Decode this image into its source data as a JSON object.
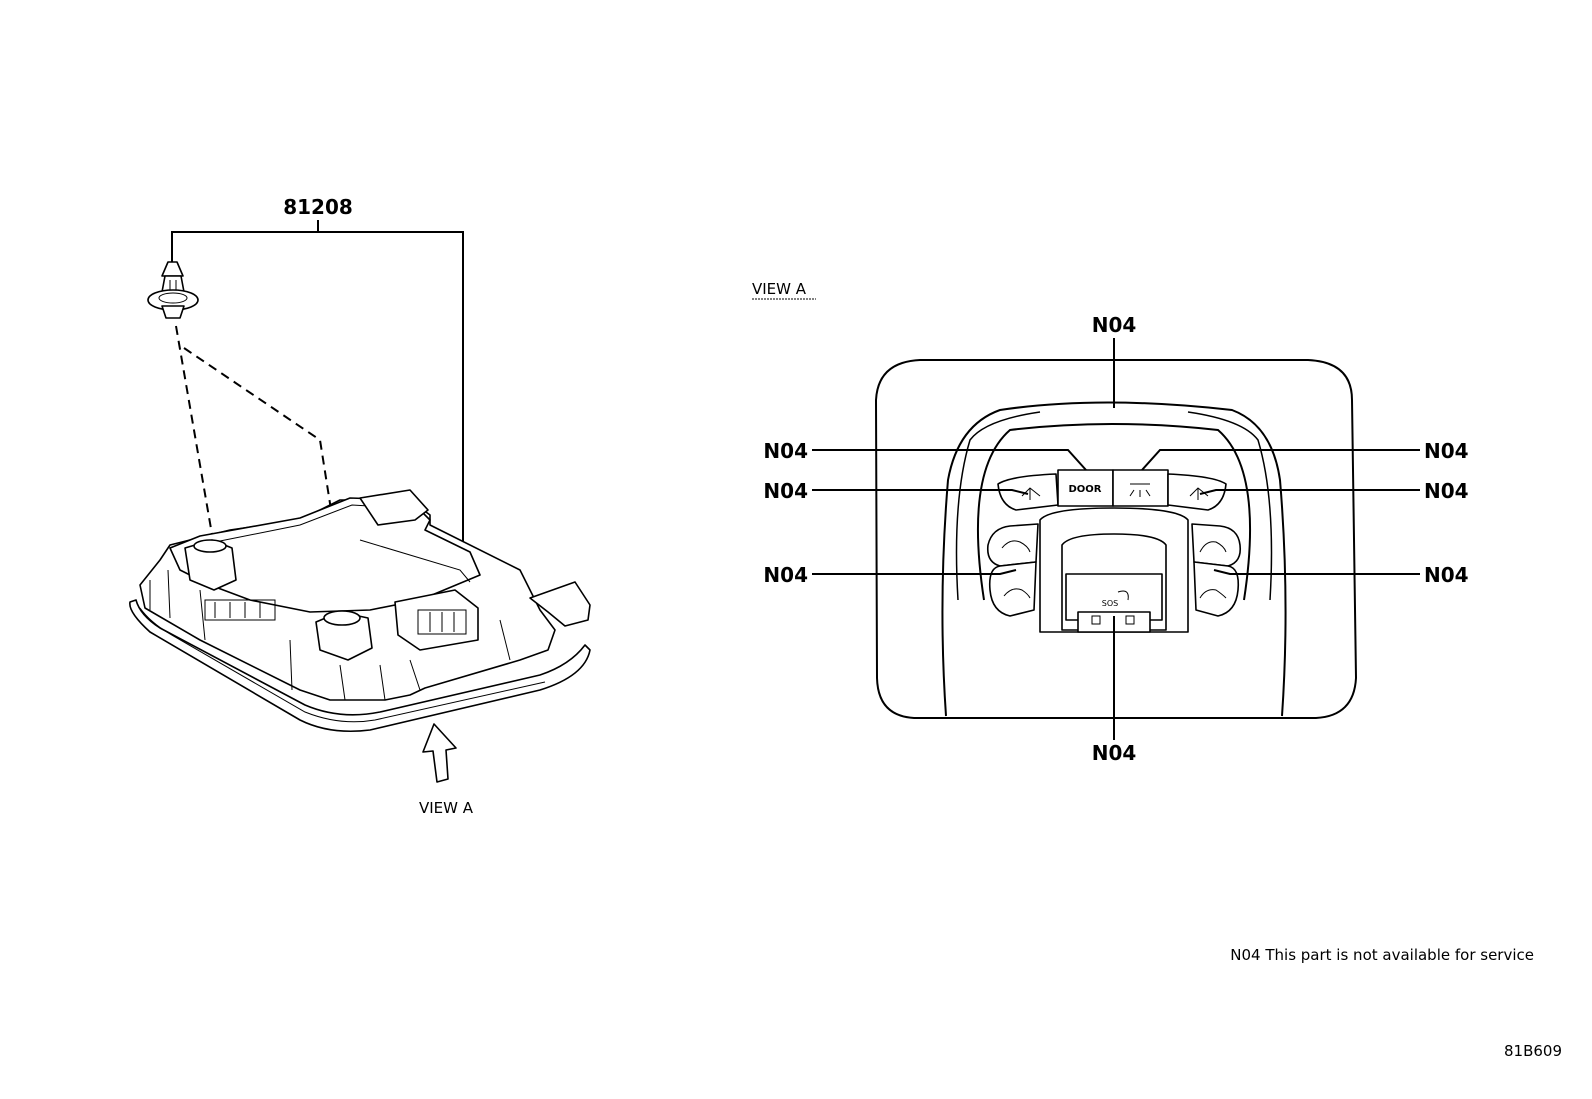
{
  "part_numbers": {
    "main_part": "81208",
    "diagram_code": "81B609"
  },
  "view_labels": {
    "arrow_label": "VIEW A",
    "view_title": "VIEW A"
  },
  "callouts": {
    "top": "N04",
    "upper_left": "N04",
    "mid_left": "N04",
    "lower_left": "N04",
    "upper_right": "N04",
    "mid_right": "N04",
    "lower_right": "N04",
    "bottom": "N04"
  },
  "buttons": {
    "door": "DOOR",
    "sos": "SOS"
  },
  "note": "N04 This part is not available for service"
}
